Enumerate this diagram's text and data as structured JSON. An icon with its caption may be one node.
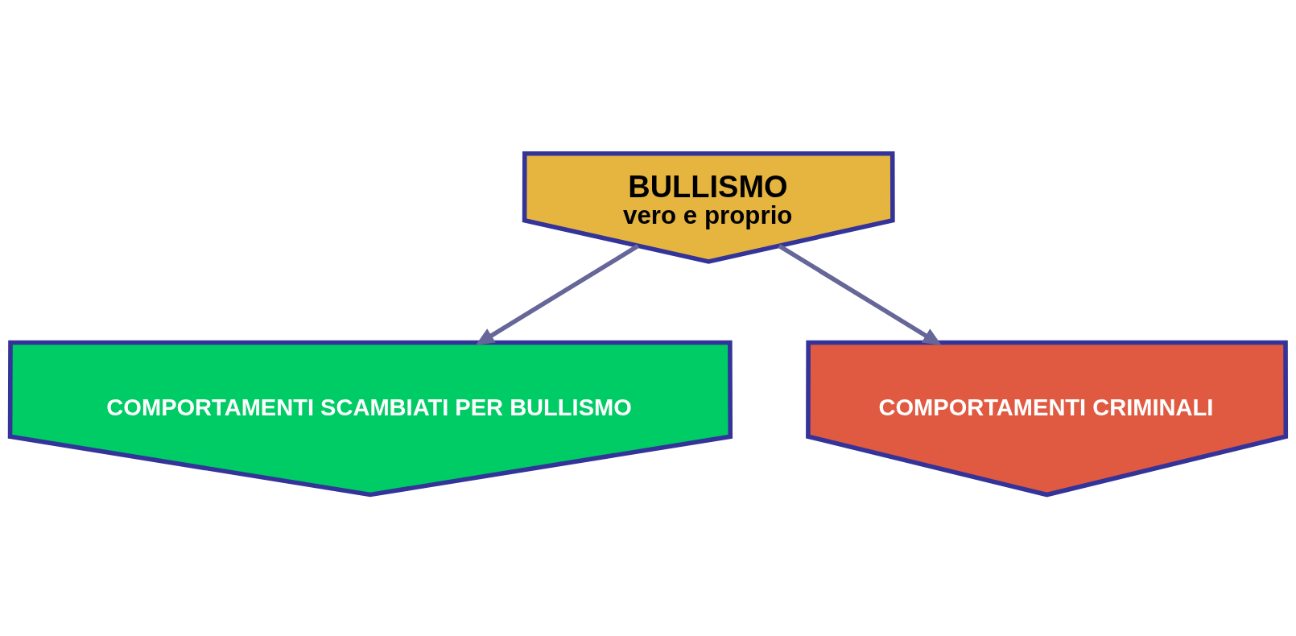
{
  "diagram": {
    "nodes": [
      {
        "text": [
          "BULLISMO",
          "vero e proprio"
        ]
      },
      {
        "text": [
          "COMPORTAMENTI SCAMBIATI PER BULLISMO"
        ]
      },
      {
        "text": [
          "COMPORTAMENTI CRIMINALI"
        ]
      }
    ],
    "edges": [
      {
        "from": 0,
        "to": 1,
        "arrow": "to"
      },
      {
        "from": 0,
        "to": 2,
        "arrow": "to"
      }
    ]
  }
}
